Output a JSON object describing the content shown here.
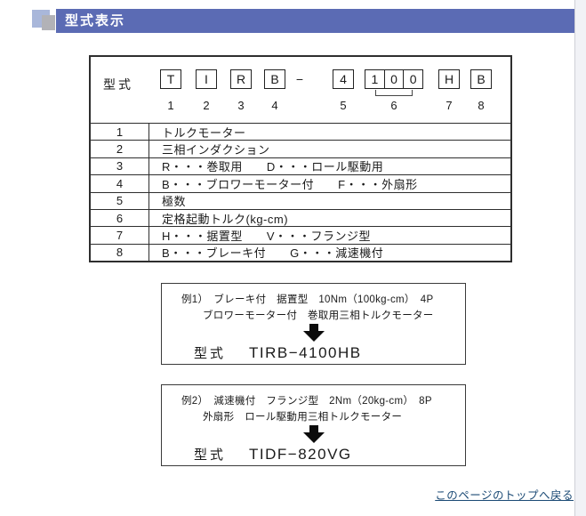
{
  "header": {
    "title": "型式表示",
    "bar_color": "#5b6bb4"
  },
  "model_table": {
    "label": "型式",
    "boxes": {
      "b1": "T",
      "b2": "I",
      "b3": "R",
      "b4": "B",
      "dash": "−",
      "b5": "4",
      "b6": [
        "1",
        "0",
        "0"
      ],
      "b7": "H",
      "b8": "B"
    },
    "positions": [
      "1",
      "2",
      "3",
      "4",
      "5",
      "6",
      "7",
      "8"
    ],
    "rows": [
      {
        "num": "1",
        "desc": "トルクモーター"
      },
      {
        "num": "2",
        "desc": "三相インダクション"
      },
      {
        "num": "3",
        "desc": "R・・・巻取用　　D・・・ロール駆動用"
      },
      {
        "num": "4",
        "desc": "B・・・ブロワーモーター付　　F・・・外扇形"
      },
      {
        "num": "5",
        "desc": "極数"
      },
      {
        "num": "6",
        "desc": "定格起動トルク(kg-cm)"
      },
      {
        "num": "7",
        "desc": "H・・・据置型　　V・・・フランジ型"
      },
      {
        "num": "8",
        "desc": "B・・・ブレーキ付　　G・・・減速機付"
      }
    ]
  },
  "examples": [
    {
      "line1": "例1）　ブレーキ付　据置型　10Nm（100kg-cm）　4P",
      "line2": "ブロワーモーター付　巻取用三相トルクモーター",
      "label": "型式",
      "code": "TIRB−4100HB"
    },
    {
      "line1": "例2）　減速機付　フランジ型　2Nm（20kg-cm）　8P",
      "line2": "外扇形　ロール駆動用三相トルクモーター",
      "label": "型式",
      "code": "TIDF−820VG"
    }
  ],
  "footer": {
    "link": "このページのトップへ戻る",
    "link_color": "#1b4a75"
  }
}
